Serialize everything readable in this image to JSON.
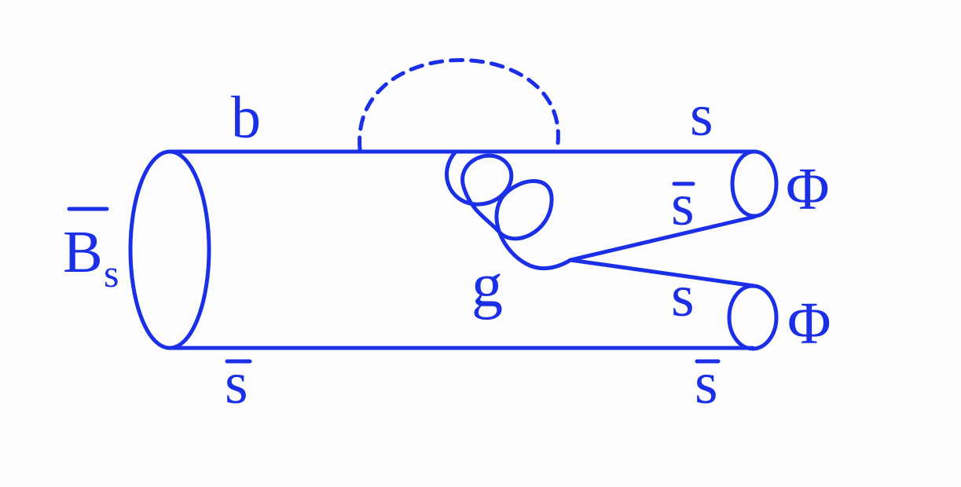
{
  "diagram": {
    "color": "#1a2fe6",
    "labels": {
      "meson_initial": "B",
      "meson_initial_subscript": "s",
      "quark_top_left": "b",
      "quark_top_right": "s",
      "antiquark_upper_right": "s",
      "gluon": "g",
      "quark_lower_right": "s",
      "antiquark_bottom_left": "s",
      "antiquark_bottom_right": "s",
      "meson_upper": "Φ",
      "meson_lower": "Φ"
    }
  }
}
